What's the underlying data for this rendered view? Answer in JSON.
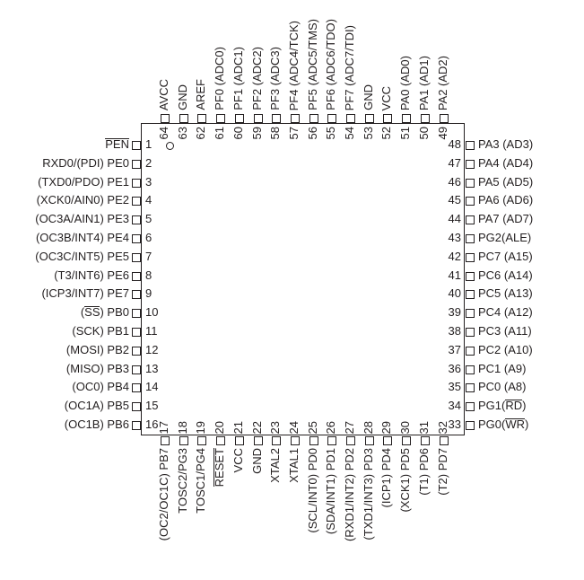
{
  "pins": {
    "left": [
      {
        "num": "1",
        "label": "PEN",
        "overline": "PEN"
      },
      {
        "num": "2",
        "label": "RXD0/(PDI) PE0"
      },
      {
        "num": "3",
        "label": "(TXD0/PDO) PE1"
      },
      {
        "num": "4",
        "label": "(XCK0/AIN0) PE2"
      },
      {
        "num": "5",
        "label": "(OC3A/AIN1) PE3"
      },
      {
        "num": "6",
        "label": "(OC3B/INT4) PE4"
      },
      {
        "num": "7",
        "label": "(OC3C/INT5) PE5"
      },
      {
        "num": "8",
        "label": "(T3/INT6) PE6"
      },
      {
        "num": "9",
        "label": "(ICP3/INT7) PE7"
      },
      {
        "num": "10",
        "label": "(SS) PB0",
        "overline": "SS"
      },
      {
        "num": "11",
        "label": "(SCK) PB1"
      },
      {
        "num": "12",
        "label": "(MOSI) PB2"
      },
      {
        "num": "13",
        "label": "(MISO) PB3"
      },
      {
        "num": "14",
        "label": "(OC0) PB4"
      },
      {
        "num": "15",
        "label": "(OC1A) PB5"
      },
      {
        "num": "16",
        "label": "(OC1B) PB6"
      }
    ],
    "bottom": [
      {
        "num": "17",
        "label": "(OC2/OC1C) PB7"
      },
      {
        "num": "18",
        "label": "TOSC2/PG3"
      },
      {
        "num": "19",
        "label": "TOSC1/PG4"
      },
      {
        "num": "20",
        "label": "RESET",
        "overline": "RESET"
      },
      {
        "num": "21",
        "label": "VCC"
      },
      {
        "num": "22",
        "label": "GND"
      },
      {
        "num": "23",
        "label": "XTAL2"
      },
      {
        "num": "24",
        "label": "XTAL1"
      },
      {
        "num": "25",
        "label": "(SCL/INT0) PD0"
      },
      {
        "num": "26",
        "label": "(SDA/INT1) PD1"
      },
      {
        "num": "27",
        "label": "(RXD1/INT2) PD2"
      },
      {
        "num": "28",
        "label": "(TXD1/INT3) PD3"
      },
      {
        "num": "29",
        "label": "(ICP1) PD4"
      },
      {
        "num": "30",
        "label": "(XCK1) PD5"
      },
      {
        "num": "31",
        "label": "(T1) PD6"
      },
      {
        "num": "32",
        "label": "(T2) PD7"
      }
    ],
    "right": [
      {
        "num": "48",
        "label": "PA3 (AD3)"
      },
      {
        "num": "47",
        "label": "PA4 (AD4)"
      },
      {
        "num": "46",
        "label": "PA5 (AD5)"
      },
      {
        "num": "45",
        "label": "PA6 (AD6)"
      },
      {
        "num": "44",
        "label": "PA7 (AD7)"
      },
      {
        "num": "43",
        "label": "PG2(ALE)"
      },
      {
        "num": "42",
        "label": "PC7 (A15)"
      },
      {
        "num": "41",
        "label": "PC6 (A14)"
      },
      {
        "num": "40",
        "label": "PC5 (A13)"
      },
      {
        "num": "39",
        "label": "PC4 (A12)"
      },
      {
        "num": "38",
        "label": "PC3 (A11)"
      },
      {
        "num": "37",
        "label": "PC2 (A10)"
      },
      {
        "num": "36",
        "label": "PC1 (A9)"
      },
      {
        "num": "35",
        "label": "PC0 (A8)"
      },
      {
        "num": "34",
        "label": "PG1(RD)",
        "overline": "RD"
      },
      {
        "num": "33",
        "label": "PG0(WR)",
        "overline": "WR"
      }
    ],
    "top": [
      {
        "num": "64",
        "label": "AVCC"
      },
      {
        "num": "63",
        "label": "GND"
      },
      {
        "num": "62",
        "label": "AREF"
      },
      {
        "num": "61",
        "label": "PF0 (ADC0)"
      },
      {
        "num": "60",
        "label": "PF1 (ADC1)"
      },
      {
        "num": "59",
        "label": "PF2 (ADC2)"
      },
      {
        "num": "58",
        "label": "PF3 (ADC3)"
      },
      {
        "num": "57",
        "label": "PF4 (ADC4/TCK)"
      },
      {
        "num": "56",
        "label": "PF5 (ADC5/TMS)"
      },
      {
        "num": "55",
        "label": "PF6 (ADC6/TDO)"
      },
      {
        "num": "54",
        "label": "PF7 (ADC7/TDI)"
      },
      {
        "num": "53",
        "label": "GND"
      },
      {
        "num": "52",
        "label": "VCC"
      },
      {
        "num": "51",
        "label": "PA0 (AD0)"
      },
      {
        "num": "50",
        "label": "PA1 (AD1)"
      },
      {
        "num": "49",
        "label": "PA2 (AD2)"
      }
    ]
  }
}
